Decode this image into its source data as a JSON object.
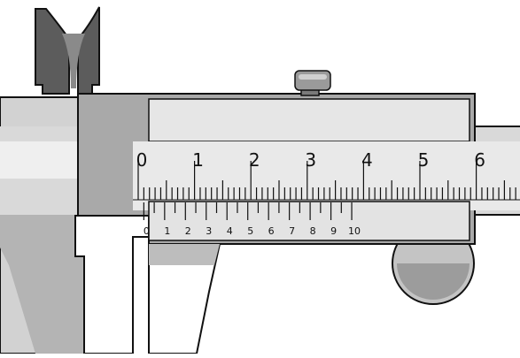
{
  "caliper": {
    "main_scale": {
      "labels": [
        "0",
        "1",
        "2",
        "3",
        "4",
        "5",
        "6"
      ],
      "unit_label": ""
    },
    "vernier_scale": {
      "labels": [
        "0",
        "1",
        "2",
        "3",
        "4",
        "5",
        "6",
        "7",
        "8",
        "9",
        "10"
      ],
      "divisions": 10,
      "zero_reading_on_main": 0.1
    }
  },
  "colors": {
    "body_light": "#d2d2d2",
    "body_mid": "#a9a9a9",
    "jaw_dark": "#5c5c5c",
    "scale_face": "#e3e3e3",
    "ink": "#111111",
    "screw": "#9a9a9a"
  },
  "icons": {
    "lock_screw": "lock-screw-icon",
    "thumb_wheel": "thumb-wheel-icon"
  }
}
